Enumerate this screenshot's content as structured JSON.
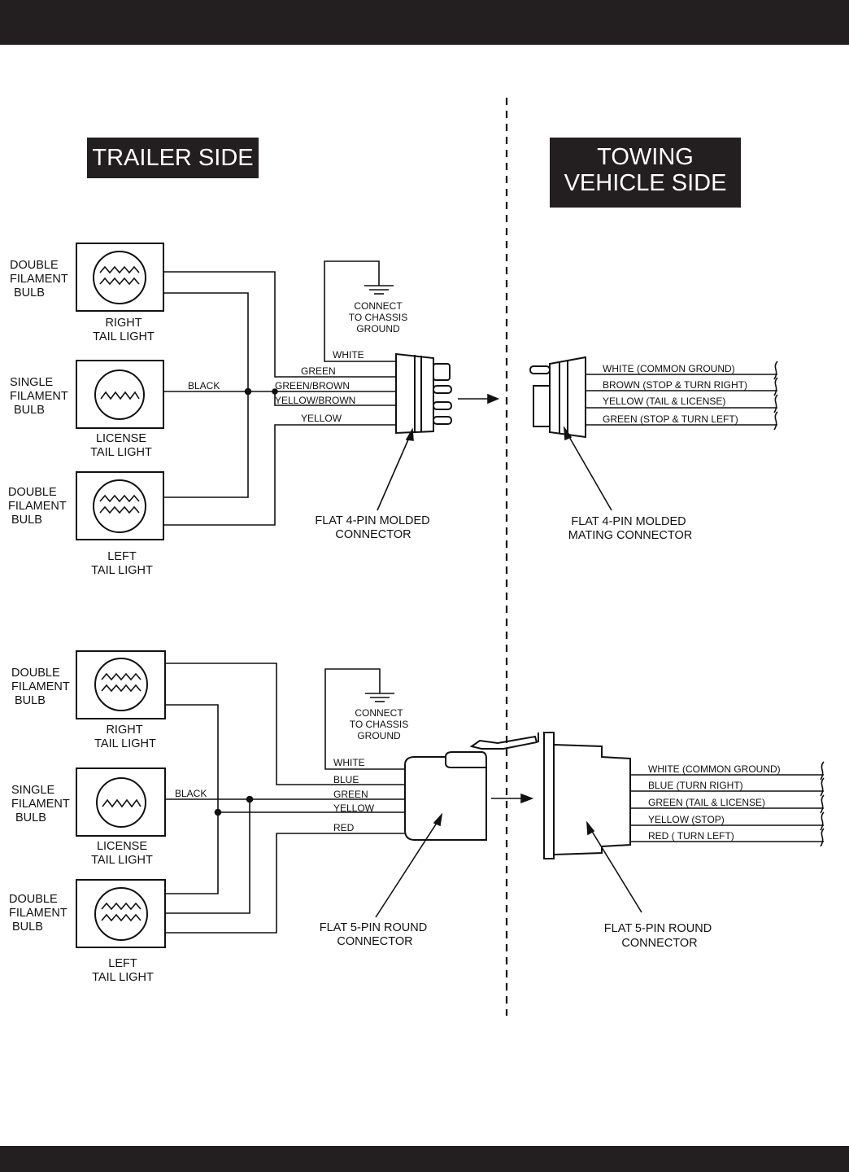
{
  "headings": {
    "trailer_side": "TRAILER SIDE",
    "towing_side_line1": "TOWING",
    "towing_side_line2": "VEHICLE SIDE"
  },
  "diagram1": {
    "lights": {
      "right": {
        "bulb": [
          "DOUBLE",
          "FILAMENT",
          "BULB"
        ],
        "name": [
          "RIGHT",
          "TAIL LIGHT"
        ]
      },
      "license": {
        "bulb": [
          "SINGLE",
          "FILAMENT",
          "BULB"
        ],
        "name": [
          "LICENSE",
          "TAIL LIGHT"
        ]
      },
      "left": {
        "bulb": [
          "DOUBLE",
          "FILAMENT",
          "BULB"
        ],
        "name": [
          "LEFT",
          "TAIL LIGHT"
        ]
      }
    },
    "ground": [
      "CONNECT",
      "TO CHASSIS",
      "GROUND"
    ],
    "trailer_wires": {
      "white": "WHITE",
      "black": "BLACK",
      "green": "GREEN",
      "green_brown": "GREEN/BROWN",
      "yellow_brown": "YELLOW/BROWN",
      "yellow": "YELLOW"
    },
    "vehicle_wires": [
      "WHITE (COMMON GROUND)",
      "BROWN (STOP & TURN RIGHT)",
      "YELLOW (TAIL & LICENSE)",
      "GREEN (STOP & TURN LEFT)"
    ],
    "trailer_connector": [
      "FLAT 4-PIN MOLDED",
      "CONNECTOR"
    ],
    "vehicle_connector": [
      "FLAT 4-PIN MOLDED",
      "MATING CONNECTOR"
    ]
  },
  "diagram2": {
    "lights": {
      "right": {
        "bulb": [
          "DOUBLE",
          "FILAMENT",
          "BULB"
        ],
        "name": [
          "RIGHT",
          "TAIL LIGHT"
        ]
      },
      "license": {
        "bulb": [
          "SINGLE",
          "FILAMENT",
          "BULB"
        ],
        "name": [
          "LICENSE",
          "TAIL LIGHT"
        ]
      },
      "left": {
        "bulb": [
          "DOUBLE",
          "FILAMENT",
          "BULB"
        ],
        "name": [
          "LEFT",
          "TAIL LIGHT"
        ]
      }
    },
    "ground": [
      "CONNECT",
      "TO CHASSIS",
      "GROUND"
    ],
    "trailer_wires": {
      "white": "WHITE",
      "black": "BLACK",
      "blue": "BLUE",
      "green": "GREEN",
      "yellow": "YELLOW",
      "red": "RED"
    },
    "vehicle_wires": [
      "WHITE (COMMON GROUND)",
      "BLUE (TURN RIGHT)",
      "GREEN (TAIL & LICENSE)",
      "YELLOW (STOP)",
      "RED ( TURN LEFT)"
    ],
    "trailer_connector": [
      "FLAT 5-PIN ROUND",
      "CONNECTOR"
    ],
    "vehicle_connector": [
      "FLAT 5-PIN ROUND",
      "CONNECTOR"
    ]
  }
}
